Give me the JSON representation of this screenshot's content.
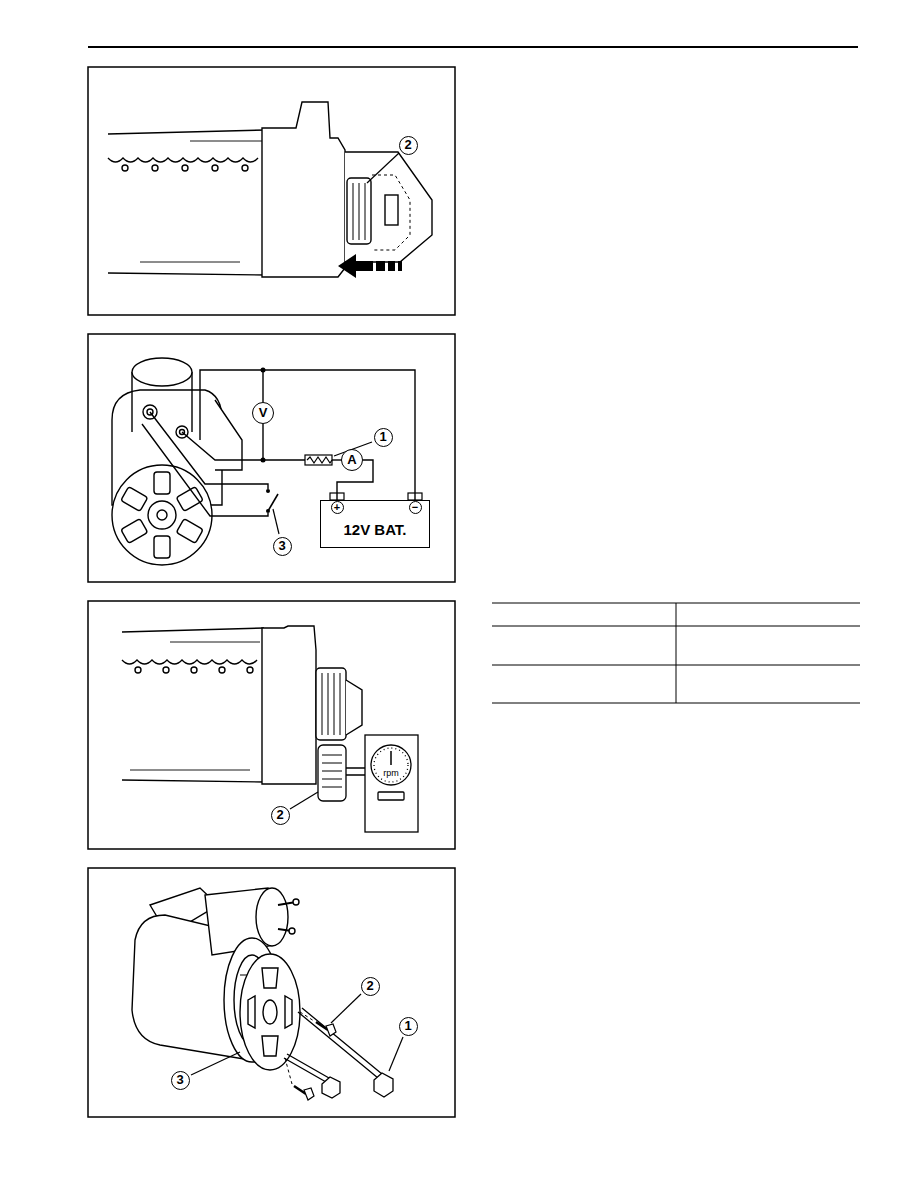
{
  "diagram": {
    "nodes": [
      {
        "text": [
          "V"
        ]
      },
      {
        "text": [
          "A"
        ]
      },
      {
        "text": [
          "12V BAT."
        ]
      }
    ],
    "edges": [
      {
        "from": 1,
        "to": 2,
        "arrow": "none"
      },
      {
        "from": 0,
        "to": 2,
        "arrow": "none"
      }
    ],
    "labels": [
      "2",
      "1",
      "3",
      "+",
      "−",
      "2",
      "rpm",
      "2",
      "1",
      "3"
    ]
  }
}
